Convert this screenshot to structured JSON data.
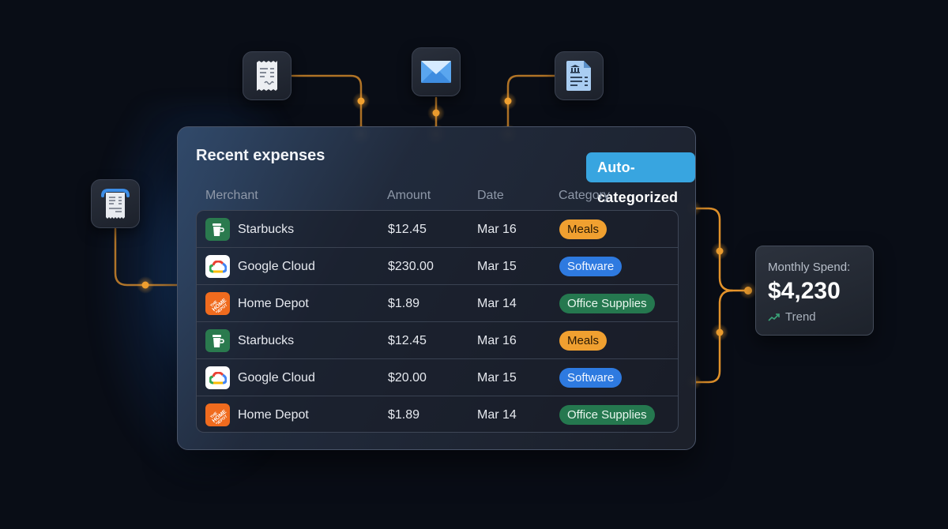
{
  "card": {
    "title": "Recent expenses",
    "badge": "Auto-categorized",
    "columns": {
      "merchant": "Merchant",
      "amount": "Amount",
      "date": "Date",
      "category": "Category"
    },
    "rows": [
      {
        "merchant": "Starbucks",
        "logo": "starbucks-logo",
        "amount": "$12.45",
        "date": "Mar 16",
        "category": "Meals"
      },
      {
        "merchant": "Google Cloud",
        "logo": "google-cloud-logo",
        "amount": "$230.00",
        "date": "Mar 15",
        "category": "Software"
      },
      {
        "merchant": "Home Depot",
        "logo": "home-depot-logo",
        "amount": "$1.89",
        "date": "Mar 14",
        "category": "Office Supplies"
      },
      {
        "merchant": "Starbucks",
        "logo": "starbucks-logo",
        "amount": "$12.45",
        "date": "Mar 16",
        "category": "Meals"
      },
      {
        "merchant": "Google Cloud",
        "logo": "google-cloud-logo",
        "amount": "$20.00",
        "date": "Mar 15",
        "category": "Software"
      },
      {
        "merchant": "Home Depot",
        "logo": "home-depot-logo",
        "amount": "$1.89",
        "date": "Mar 14",
        "category": "Office Supplies"
      }
    ]
  },
  "spend": {
    "label": "Monthly Spend:",
    "value": "$4,230",
    "trend_label": "Trend"
  },
  "sources": [
    {
      "icon": "receipt-icon"
    },
    {
      "icon": "email-icon"
    },
    {
      "icon": "bank-document-icon"
    },
    {
      "icon": "receipt-printer-icon"
    }
  ],
  "colors": {
    "accent_orange": "#f0a030",
    "badge_blue": "#38a5e0",
    "meals": "#f0a030",
    "software": "#2e7ae0",
    "office_supplies": "#25784f",
    "background": "#090d16"
  }
}
